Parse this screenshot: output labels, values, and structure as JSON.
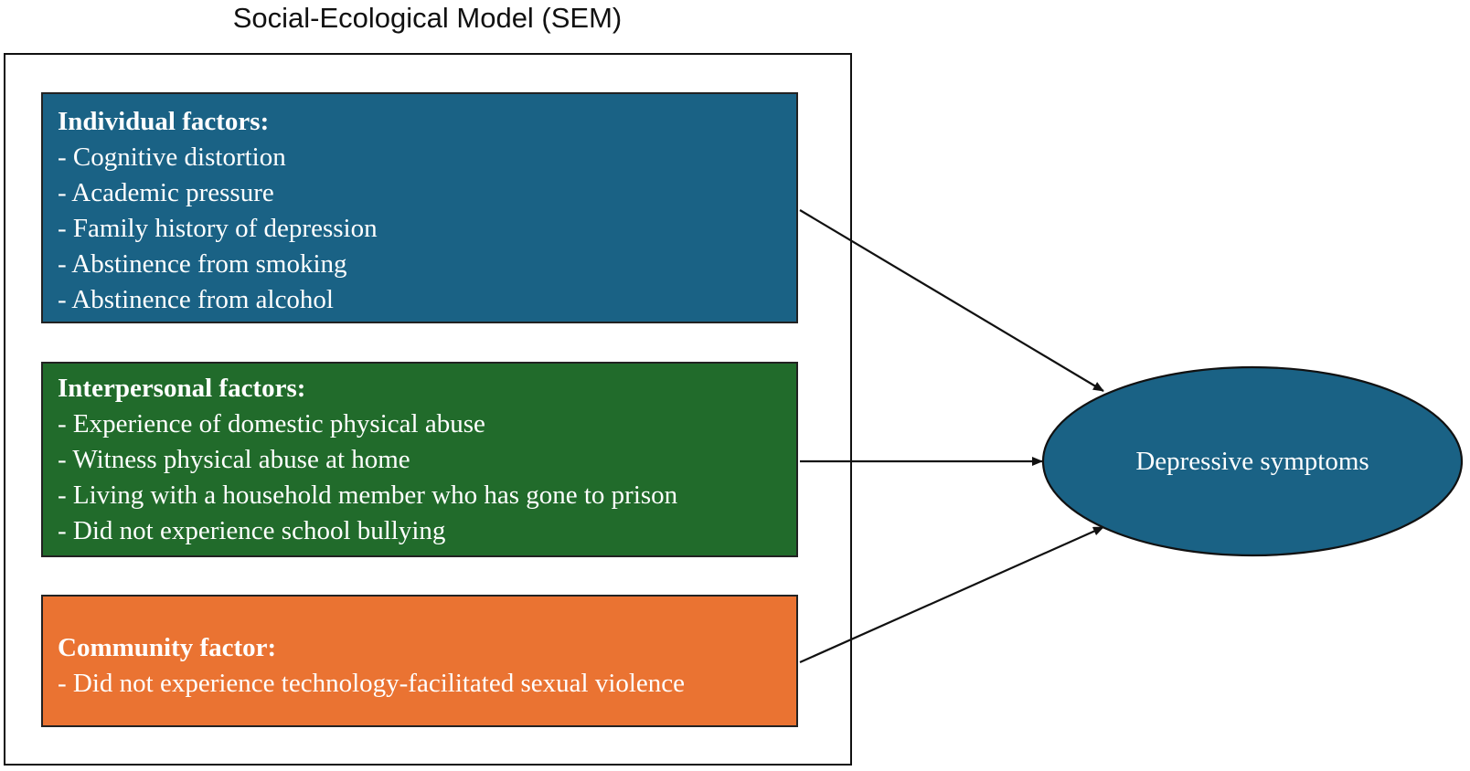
{
  "title": "Social-Ecological Model (SEM)",
  "colors": {
    "individual_fill": "#1a6285",
    "interpersonal_fill": "#216b2b",
    "community_fill": "#ea7332",
    "outcome_fill": "#1a6285",
    "line": "#111111"
  },
  "individual": {
    "heading": "Individual factors:",
    "items": [
      "-  Cognitive distortion",
      "-  Academic pressure",
      "-  Family history of depression",
      "-  Abstinence from smoking",
      "-  Abstinence from alcohol"
    ]
  },
  "interpersonal": {
    "heading": "Interpersonal factors:",
    "items": [
      "-  Experience of domestic physical abuse",
      "-  Witness physical abuse at home",
      "-  Living with a household member who has gone to prison",
      "-  Did not experience school bullying"
    ]
  },
  "community": {
    "heading": "Community factor:",
    "items": [
      "- Did not experience technology-facilitated sexual violence"
    ]
  },
  "outcome": {
    "label": "Depressive symptoms"
  }
}
